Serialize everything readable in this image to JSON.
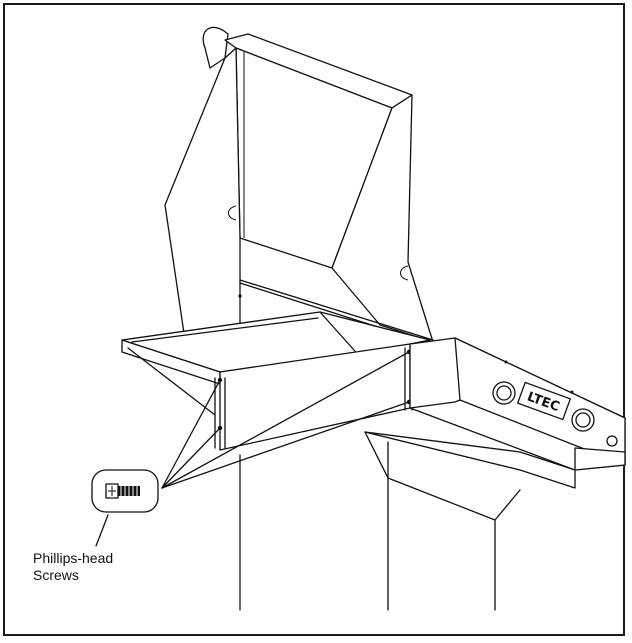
{
  "callout": {
    "line1": "Phillips-head",
    "line2": "Screws",
    "icon": "phillips-screw-icon"
  },
  "panel": {
    "brand_text": "LTEC"
  }
}
